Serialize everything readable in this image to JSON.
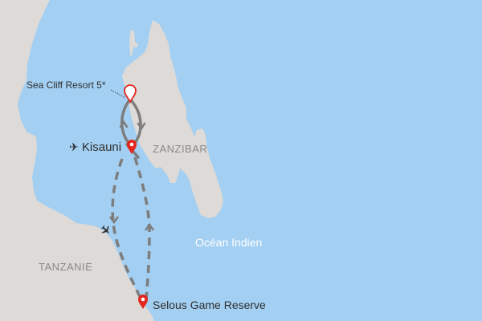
{
  "map": {
    "colors": {
      "water": "#a3cff2",
      "land": "#dddad7",
      "route": "#7d7d7d",
      "pin": "#e3271e",
      "pin_fill_start": "#ffffff",
      "label_dark": "#2f2f2f",
      "label_region": "#8a8a8a"
    },
    "regions": {
      "zanzibar": "ZANZIBAR",
      "tanzanie": "TANZANIE",
      "ocean": "Océan Indien"
    },
    "places": [
      {
        "id": "sea-cliff",
        "label": "Sea Cliff Resort 5*",
        "pin": "white-outline",
        "icon": "none"
      },
      {
        "id": "kisauni",
        "label": "Kisauni",
        "pin": "red",
        "icon": "airplane-icon"
      },
      {
        "id": "selous",
        "label": "Selous Game Reserve",
        "pin": "red",
        "icon": "none"
      }
    ],
    "routes": [
      {
        "from": "Kisauni",
        "to": "Sea Cliff Resort 5*",
        "style": "solid"
      },
      {
        "from": "Sea Cliff Resort 5*",
        "to": "Kisauni",
        "style": "solid"
      },
      {
        "from": "Kisauni",
        "to": "Selous Game Reserve",
        "style": "dashed"
      },
      {
        "from": "Selous Game Reserve",
        "to": "Kisauni",
        "style": "dashed"
      }
    ]
  }
}
